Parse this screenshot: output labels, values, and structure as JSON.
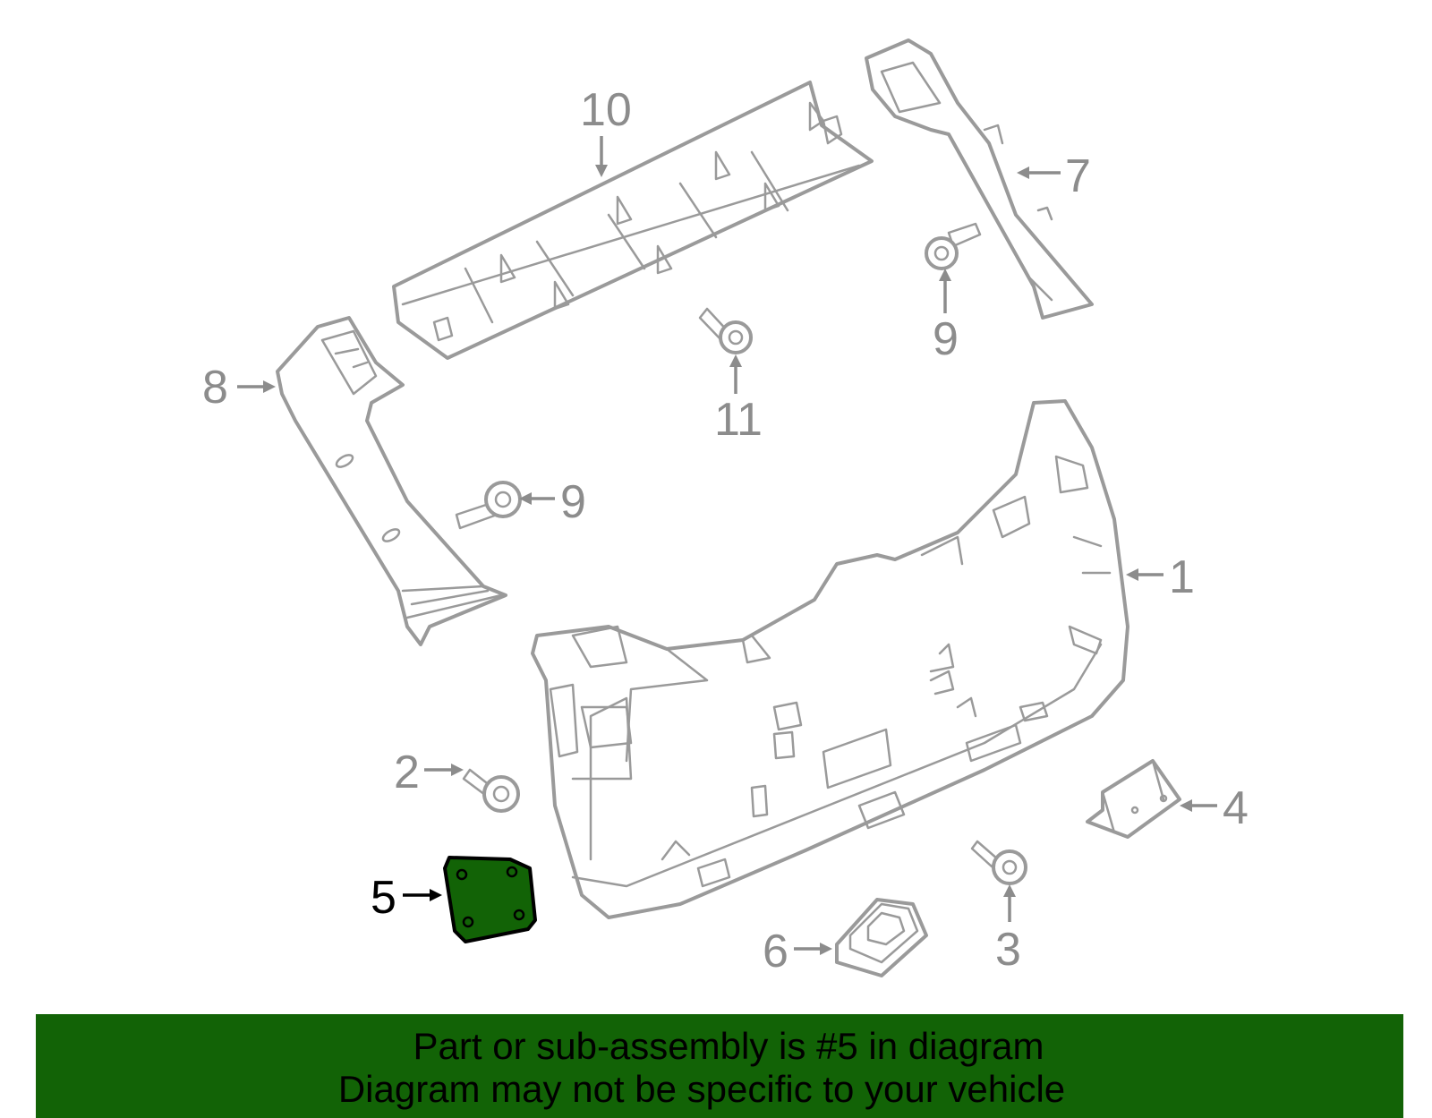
{
  "callouts": {
    "c1": "1",
    "c2": "2",
    "c3": "3",
    "c4": "4",
    "c5": "5",
    "c6": "6",
    "c7": "7",
    "c8": "8",
    "c9a": "9",
    "c9b": "9",
    "c10": "10",
    "c11": "11"
  },
  "highlighted_part": "5",
  "colors": {
    "highlight_fill": "#126306",
    "banner_background": "#126306",
    "part_outline": "#9a9a9a",
    "callout_text": "#8c8c8c"
  },
  "banner": {
    "line1": "Part or sub-assembly is #5 in diagram",
    "line2": "Diagram may not be specific to your vehicle"
  }
}
